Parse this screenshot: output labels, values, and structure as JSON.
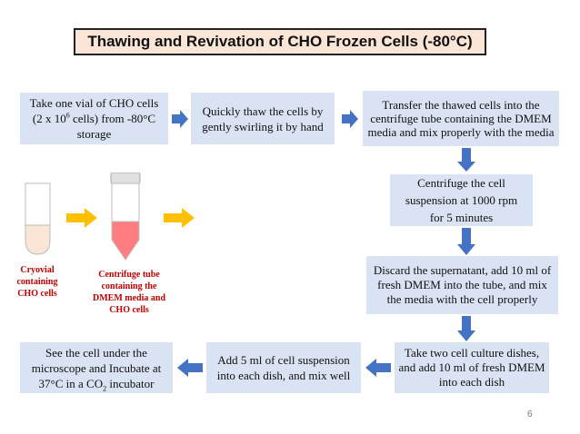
{
  "title": "Thawing and Revivation of CHO Frozen Cells (-80°C)",
  "steps": {
    "s1": {
      "a": "Take one vial of CHO cells (2 x 10",
      "sup": "6",
      "b": " cells) from -80°C storage"
    },
    "s2": "Quickly thaw the cells by gently swirling it by hand",
    "s3": "Transfer the thawed cells into the centrifuge tube containing the DMEM media and mix properly with the media",
    "s4": "Centrifuge the cell suspension at 1000 rpm for 5 minutes",
    "s5": "Discard the supernatant, add 10 ml of fresh DMEM into the tube, and mix the media with the cell properly",
    "s6": "Take two cell culture dishes, and add 10 ml of fresh DMEM into each dish",
    "s7": "Add 5 ml of cell suspension into each dish, and mix well",
    "s8": {
      "a": "See the cell under the microscope and Incubate at 37°C in a CO",
      "sub": "2",
      "b": " incubator"
    }
  },
  "labels": {
    "cryovial": "Cryovial containing CHO cells",
    "centrifuge_tube": "Centrifuge tube containing the DMEM media and CHO cells"
  },
  "page_number": "6",
  "colors": {
    "step_fill": "#dae3f3",
    "title_fill": "#fbe5d6",
    "arrow_blue": "#4472c4",
    "arrow_yellow": "#ffc000",
    "label_red": "#c00000",
    "cryovial_liquid": "#fbe5d6",
    "tube_liquid": "#ff7c80"
  }
}
